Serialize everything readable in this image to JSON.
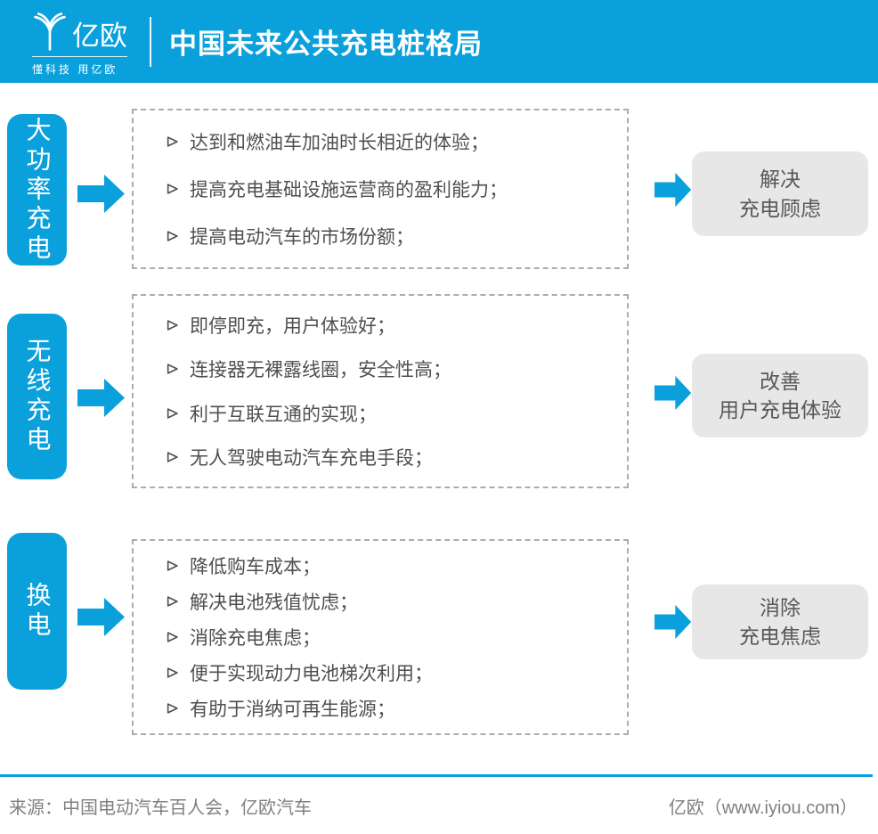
{
  "colors": {
    "brand_blue": "#0AA0DB",
    "panel_gray": "#E7E7E7",
    "outcome_text": "#57585A",
    "bullet_text": "#4E4F51",
    "dash_border": "#AAACAE",
    "footer_text": "#7E8083"
  },
  "icons": {
    "logo": "iyiou-branch-logo-icon",
    "bullet": "arrowhead-bullet-icon",
    "flow": "right-block-arrow-icon"
  },
  "header": {
    "logo_text": "亿欧",
    "logo_tagline": "懂科技 用亿欧",
    "title": "中国未来公共充电桩格局"
  },
  "rows": [
    {
      "label": "大功率充电",
      "points": [
        "达到和燃油车加油时长相近的体验；",
        "提高充电基础设施运营商的盈利能力；",
        "提高电动汽车的市场份额；"
      ],
      "result": {
        "line1": "解决",
        "line2": "充电顾虑"
      }
    },
    {
      "label": "无线充电",
      "points": [
        "即停即充，用户体验好；",
        "连接器无裸露线圈，安全性高；",
        "利于互联互通的实现；",
        "无人驾驶电动汽车充电手段；"
      ],
      "result": {
        "line1": "改善",
        "line2": "用户充电体验"
      }
    },
    {
      "label": "换电",
      "points": [
        "降低购车成本；",
        "解决电池残值忧虑；",
        "消除充电焦虑；",
        "便于实现动力电池梯次利用；",
        "有助于消纳可再生能源；"
      ],
      "result": {
        "line1": "消除",
        "line2": "充电焦虑"
      }
    }
  ],
  "footer": {
    "source": "来源：中国电动汽车百人会，亿欧汽车",
    "credit": "亿欧（www.iyiou.com）"
  }
}
